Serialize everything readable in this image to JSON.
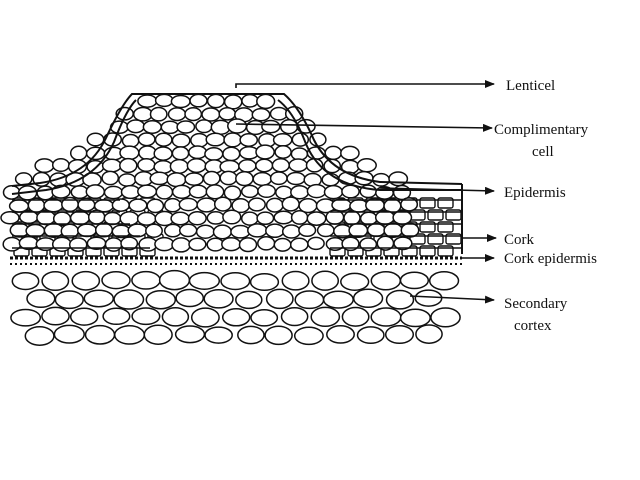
{
  "figure": {
    "labels": {
      "lenticel": "Lenticel",
      "complimentary_1": "Complimentary",
      "complimentary_2": "cell",
      "epidermis": "Epidermis",
      "cork": "Cork",
      "cork_epidermis": "Cork  epidermis",
      "secondary_1": "Secondary",
      "secondary_2": "cortex"
    },
    "colors": {
      "ink": "#111111",
      "paper": "#ffffff"
    }
  }
}
